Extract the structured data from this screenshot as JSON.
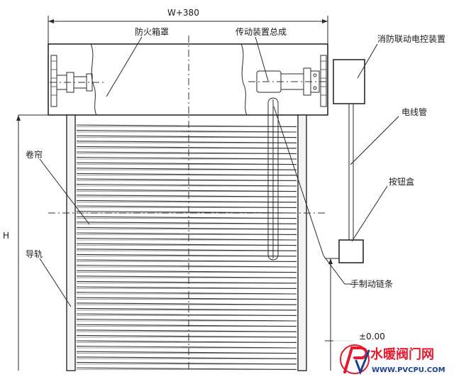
{
  "dimensions": {
    "width_label": "W+380",
    "height_label": "H",
    "level_label": "±0.00"
  },
  "labels": {
    "fire_box_cover": "防火箱罩",
    "drive_assembly": "传动装置总成",
    "control_box": "消防联动电控装置",
    "conduit": "电线管",
    "button_box": "按钮盒",
    "curtain": "卷帘",
    "guide_rail": "导轨",
    "hand_chain": "手制动链条"
  },
  "watermark": {
    "brand_text": "水暖阀门网",
    "url_text": "WWW.PVCPU.COM",
    "brand_color": "#e8192c",
    "url_color": "#1c3f8f"
  },
  "colors": {
    "line": "#2a2a2a",
    "background": "#ffffff"
  }
}
